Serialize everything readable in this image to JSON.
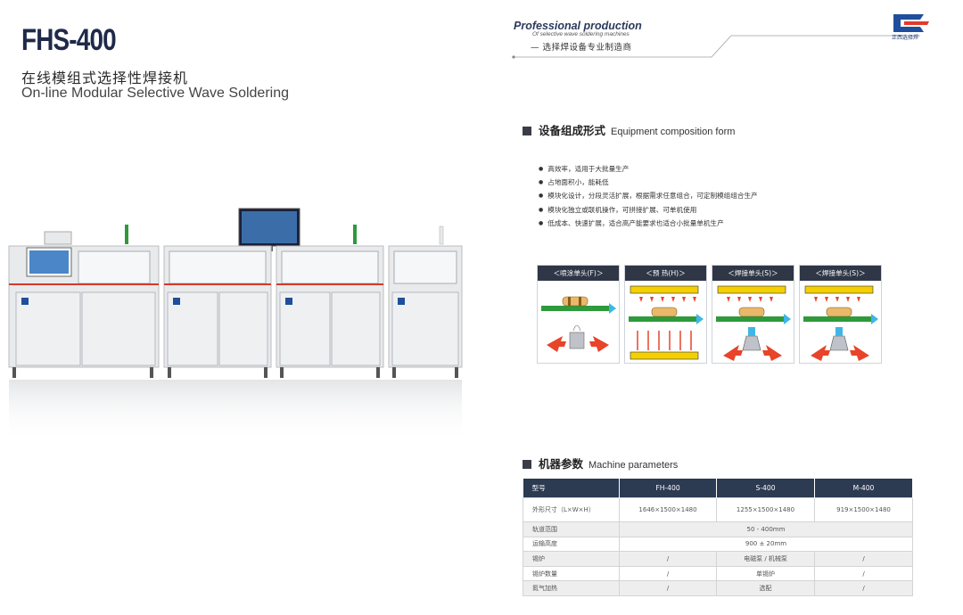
{
  "header": {
    "model": "FHS-400",
    "subtitle_cn": "在线模组式选择性焊接机",
    "subtitle_en": "On-line Modular Selective Wave Soldering",
    "tagline_title": "Professional production",
    "tagline_sub": "Of selective wave soldering machines",
    "tagline_cn": "— 选择焊设备专业制造商",
    "brand": "正西选择焊"
  },
  "composition": {
    "title_cn": "设备组成形式",
    "title_en": "Equipment composition form",
    "bullets": [
      "高效率，适用于大批量生产",
      "占地面积小，能耗低",
      "模块化设计，分段灵活扩展，根据需求任意组合，可定制模组组合生产",
      "模块化独立或联机操作，可拼接扩展、可单机使用",
      "低成本、快速扩展，适合高产能要求也适合小批量单机生产"
    ],
    "modules": [
      {
        "label": "＜喷涂单头(F)＞",
        "kind": "spray"
      },
      {
        "label": "＜预 热(H)＞",
        "kind": "preheat"
      },
      {
        "label": "＜焊接单头(S)＞",
        "kind": "solder"
      },
      {
        "label": "＜焊接单头(S)＞",
        "kind": "solder"
      }
    ]
  },
  "params": {
    "title_cn": "机器参数",
    "title_en": "Machine parameters",
    "columns": [
      "型号",
      "FH-400",
      "S-400",
      "M-400"
    ],
    "rows": [
      [
        "外形尺寸（L×W×H）",
        "1646×1500×1480",
        "1255×1500×1480",
        "919×1500×1480"
      ],
      [
        "轨道范围",
        "50 - 400mm"
      ],
      [
        "运输高度",
        "900 ± 20mm"
      ],
      [
        "锡炉",
        "/",
        "电磁泵 / 机械泵",
        "/"
      ],
      [
        "锡炉数量",
        "/",
        "单锡炉",
        "/"
      ],
      [
        "氮气加热",
        "/",
        "选配",
        "/"
      ]
    ]
  },
  "colors": {
    "navy": "#2c3a52",
    "accent_red": "#e8442a",
    "yellow_bar": "#f5d000",
    "board_green": "#2e9a3b"
  }
}
